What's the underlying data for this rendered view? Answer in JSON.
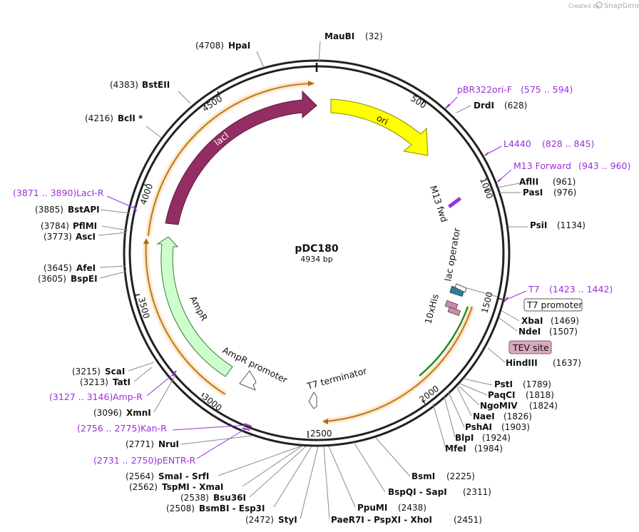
{
  "plasmid": {
    "name": "pDC180",
    "length": "4934 bp"
  },
  "credit": {
    "prefix": "Created by",
    "brand": "SnapGene"
  },
  "ticks": [
    "500",
    "1000",
    "1500",
    "2000",
    "2500",
    "3000",
    "3500",
    "4000",
    "4500"
  ],
  "enzymes": {
    "mauBI": {
      "name": "MauBI",
      "pos": "(32)"
    },
    "drdI": {
      "name": "DrdI",
      "pos": "(628)"
    },
    "aflII": {
      "name": "AflII",
      "pos": "(961)"
    },
    "pasI": {
      "name": "PasI",
      "pos": "(976)"
    },
    "psiI": {
      "name": "PsiI",
      "pos": "(1134)"
    },
    "xbaI": {
      "name": "XbaI",
      "pos": "(1469)"
    },
    "ndeI": {
      "name": "NdeI",
      "pos": "(1507)"
    },
    "hindIII": {
      "name": "HindIII",
      "pos": "(1637)"
    },
    "pstI": {
      "name": "PstI",
      "pos": "(1789)"
    },
    "paqCI": {
      "name": "PaqCI",
      "pos": "(1818)"
    },
    "ngoMIV": {
      "name": "NgoMIV",
      "pos": "(1824)"
    },
    "naeI": {
      "name": "NaeI",
      "pos": "(1826)"
    },
    "pshAI": {
      "name": "PshAI",
      "pos": "(1903)"
    },
    "blpI": {
      "name": "BlpI",
      "pos": "(1924)"
    },
    "mfeI": {
      "name": "MfeI",
      "pos": "(1984)"
    },
    "bsmI": {
      "name": "BsmI",
      "pos": "(2225)"
    },
    "bspQI": {
      "name": "BspQI - SapI",
      "pos": "(2311)"
    },
    "ppuMI": {
      "name": "PpuMI",
      "pos": "(2438)"
    },
    "paeR7I": {
      "name": "PaeR7I - PspXI - XhoI",
      "pos": "(2451)"
    },
    "styI": {
      "name": "StyI",
      "pos": "(2472)"
    },
    "bsmBI": {
      "name": "BsmBI - Esp3I",
      "pos": "(2508)"
    },
    "bsu36I": {
      "name": "Bsu36I",
      "pos": "(2538)"
    },
    "tspMI": {
      "name": "TspMI - XmaI",
      "pos": "(2562)"
    },
    "smaI": {
      "name": "SmaI - SrfI",
      "pos": "(2564)"
    },
    "nruI": {
      "name": "NruI",
      "pos": "(2771)"
    },
    "xmnI": {
      "name": "XmnI",
      "pos": "(3096)"
    },
    "tatI": {
      "name": "TatI",
      "pos": "(3213)"
    },
    "scaI": {
      "name": "ScaI",
      "pos": "(3215)"
    },
    "bspEI": {
      "name": "BspEI",
      "pos": "(3605)"
    },
    "afeI": {
      "name": "AfeI",
      "pos": "(3645)"
    },
    "ascI": {
      "name": "AscI",
      "pos": "(3773)"
    },
    "pflMI": {
      "name": "PflMI",
      "pos": "(3784)"
    },
    "bstAPI": {
      "name": "BstAPI",
      "pos": "(3885)"
    },
    "bclI": {
      "name": "BclI *",
      "pos": "(4216)"
    },
    "bstEII": {
      "name": "BstEII",
      "pos": "(4383)"
    },
    "hpaI": {
      "name": "HpaI",
      "pos": "(4708)"
    }
  },
  "primers": {
    "pbr322": {
      "name": "pBR322ori-F",
      "range": "(575 .. 594)"
    },
    "l4440": {
      "name": "L4440",
      "range": "(828 .. 845)"
    },
    "m13fwd": {
      "name": "M13 Forward",
      "range": "(943 .. 960)"
    },
    "t7": {
      "name": "T7",
      "range": "(1423 .. 1442)"
    },
    "lacir": {
      "name": "LacI-R",
      "range": "(3871 .. 3890)"
    },
    "ampr": {
      "name": "Amp-R",
      "range": "(3127 .. 3146)"
    },
    "kanr": {
      "name": "Kan-R",
      "range": "(2756 .. 2775)"
    },
    "pentr": {
      "name": "pENTR-R",
      "range": "(2731 .. 2750)"
    }
  },
  "features": {
    "laci": "lacI",
    "ori": "ori",
    "m13fwd": "M13 fwd",
    "lacOperator": "lac operator",
    "his": "10xHis",
    "ampr": "AmpR",
    "amprPromoter": "AmpR promoter",
    "t7terminator": "T7 terminator",
    "t7promoter": "T7 promoter",
    "tevSite": "TEV site"
  },
  "colors": {
    "laci": "#932d63",
    "ori": "#ffff00",
    "ampr": "#ccffcc",
    "orf": "#f7b45a",
    "primer": "#9b30d9",
    "tev": "#d9a8c0",
    "lacOperator": "#2f7f95",
    "his": "#c890a8"
  }
}
